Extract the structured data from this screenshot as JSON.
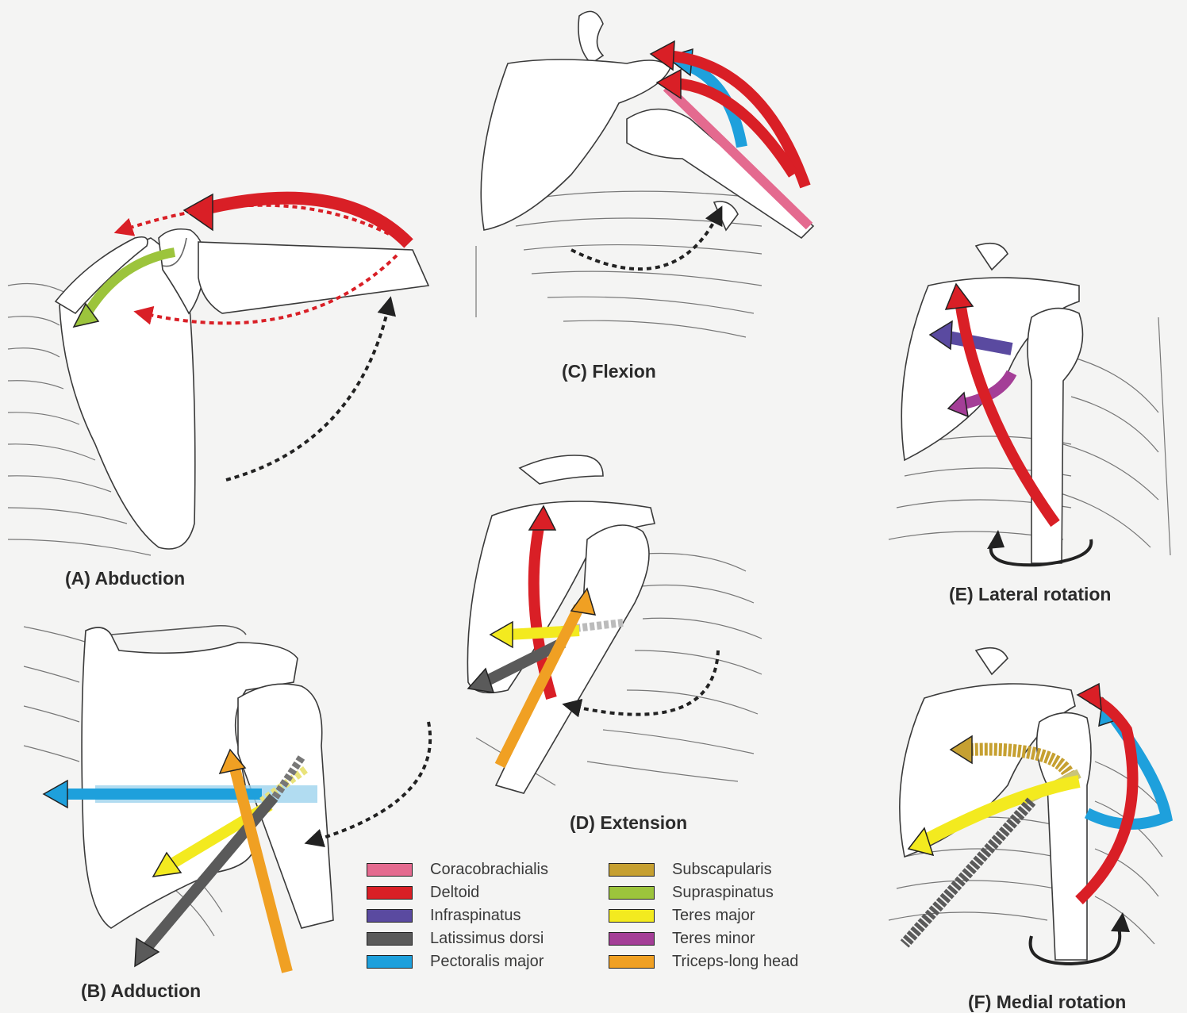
{
  "panels": {
    "a": {
      "caption": "(A) Abduction"
    },
    "b": {
      "caption": "(B) Adduction"
    },
    "c": {
      "caption": "(C) Flexion"
    },
    "d": {
      "caption": "(D) Extension"
    },
    "e": {
      "caption": "(E) Lateral rotation"
    },
    "f": {
      "caption": "(F) Medial rotation"
    }
  },
  "legend": {
    "left_column": [
      {
        "label": "Coracobrachialis",
        "color": "#e46a8f"
      },
      {
        "label": "Deltoid",
        "color": "#d91f26"
      },
      {
        "label": "Infraspinatus",
        "color": "#5a4aa0"
      },
      {
        "label": "Latissimus dorsi",
        "color": "#5a5a5a"
      },
      {
        "label": "Pectoralis major",
        "color": "#1ea0dc"
      }
    ],
    "right_column": [
      {
        "label": "Subscapularis",
        "color": "#c6a031"
      },
      {
        "label": "Supraspinatus",
        "color": "#9cc43c"
      },
      {
        "label": "Teres major",
        "color": "#f3ea1f"
      },
      {
        "label": "Teres minor",
        "color": "#a43e97"
      },
      {
        "label": "Triceps-long head",
        "color": "#f0a023"
      }
    ]
  }
}
